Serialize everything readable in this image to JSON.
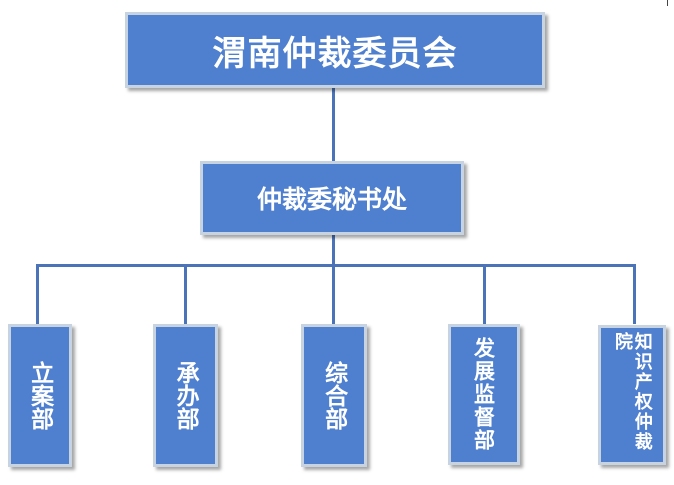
{
  "org_chart": {
    "root": "渭南仲裁委员会",
    "secretariat": "仲裁委秘书处",
    "departments": [
      {
        "label": "立案部"
      },
      {
        "label": "承办部"
      },
      {
        "label": "综合部"
      },
      {
        "label": "发展监督部"
      },
      {
        "label": "知识产权仲裁院"
      }
    ]
  },
  "colors": {
    "box_fill": "#4f7fcf",
    "box_border": "#c8d3e2",
    "connector": "#4b74b8",
    "text": "#ffffff"
  }
}
